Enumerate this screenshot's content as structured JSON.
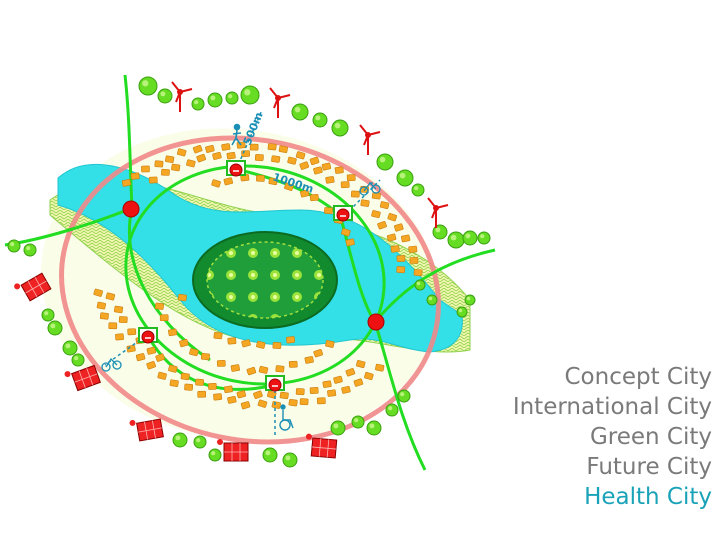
{
  "labels": {
    "distance_500": "500m",
    "distance_1000": "1000m"
  },
  "menu": {
    "items": [
      {
        "label": "Concept City",
        "active": false
      },
      {
        "label": "International City",
        "active": false
      },
      {
        "label": "Green City",
        "active": false
      },
      {
        "label": "Future City",
        "active": false
      },
      {
        "label": "Health City",
        "active": true
      }
    ]
  },
  "colors": {
    "water": "#33e0e8",
    "green_road": "#22dd22",
    "ring": "#f08080",
    "tree": "#66dd22",
    "building": "#f5a623",
    "hub": "#ee1111",
    "active_menu": "#1aa3b8",
    "inactive_menu": "#7a7a7a"
  }
}
